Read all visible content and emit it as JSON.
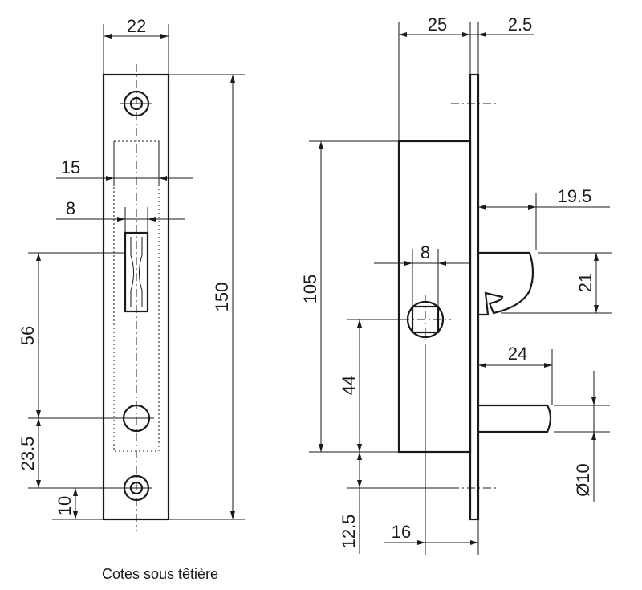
{
  "dimensions": {
    "faceplate_width": "22",
    "case_width_15": "15",
    "latch_width_8": "8",
    "faceplate_length": "150",
    "latch_to_screw": "56",
    "screw_to_screw": "23.5",
    "screw_to_end": "10",
    "case_depth": "25",
    "faceplate_thickness": "2.5",
    "case_height": "105",
    "latch_projection": "19.5",
    "latch_height": "21",
    "spindle_square": "8",
    "spindle_height": "44",
    "bolt_projection": "24",
    "bolt_diameter": "Ø10",
    "bottom_offset": "12.5",
    "backset": "16"
  },
  "caption": "Cotes  sous têtière"
}
